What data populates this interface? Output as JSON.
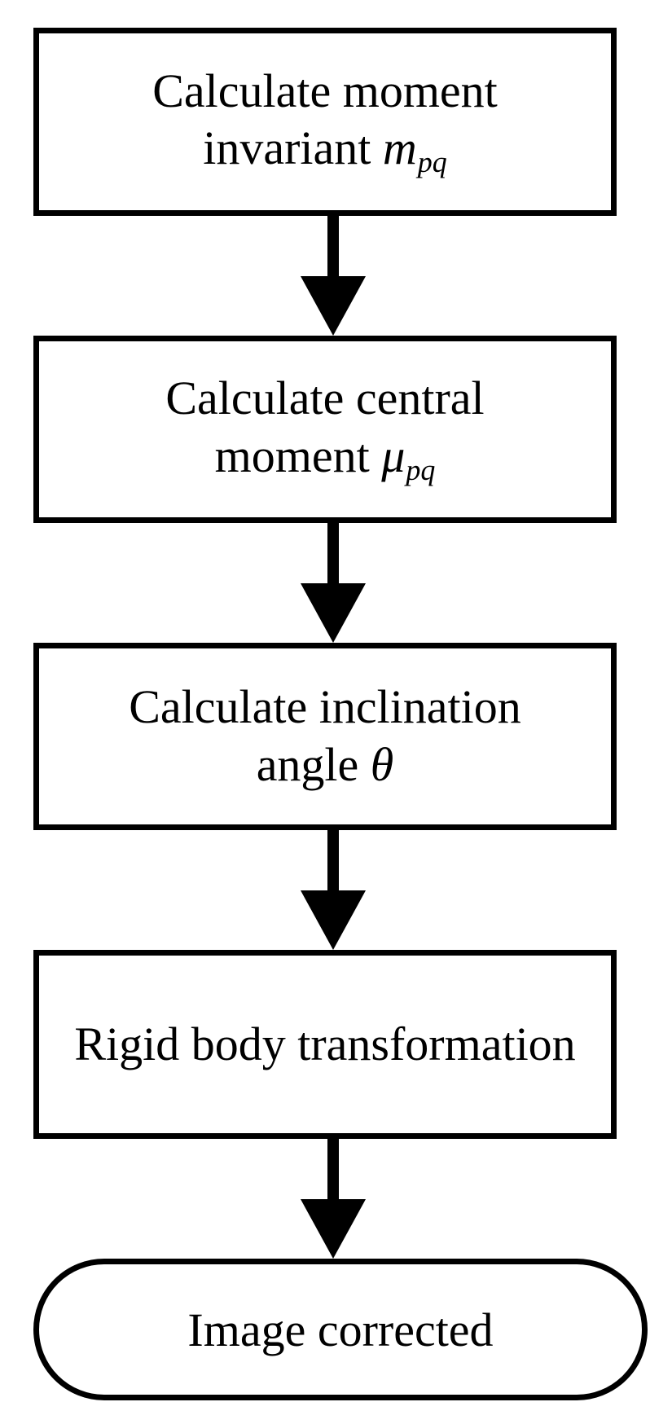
{
  "steps": [
    {
      "line1": "Calculate moment",
      "line2_text": "invariant ",
      "symbol": "m",
      "subscript": "pq"
    },
    {
      "line1": "Calculate central",
      "line2_text": "moment ",
      "symbol": "μ",
      "subscript": "pq"
    },
    {
      "line1": "Calculate inclination",
      "line2_text": "angle ",
      "symbol": "θ",
      "subscript": ""
    },
    {
      "line1": "Rigid body transformation"
    }
  ],
  "terminal": {
    "label": "Image corrected"
  }
}
